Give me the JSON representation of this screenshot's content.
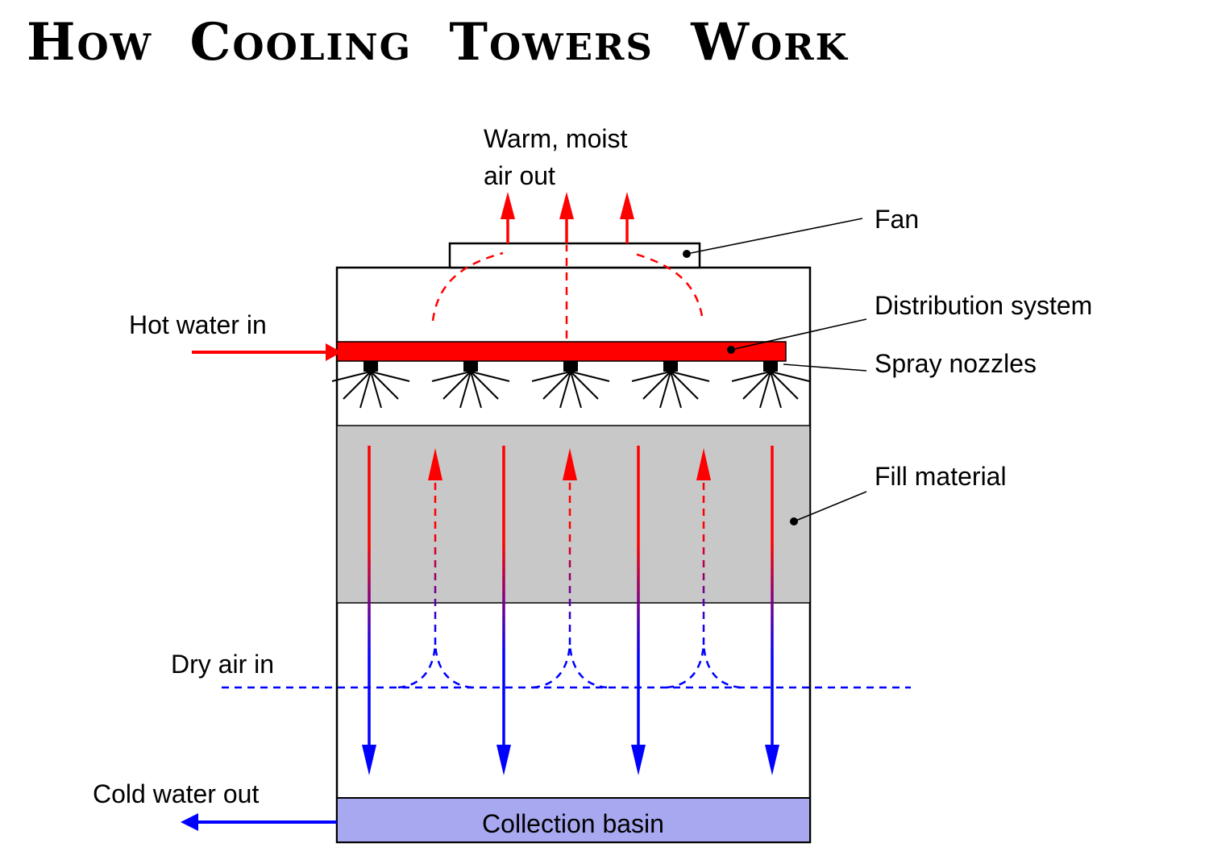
{
  "title": "How Cooling Towers Work",
  "labels": {
    "warm_air_line1": "Warm, moist",
    "warm_air_line2": "air out",
    "fan": "Fan",
    "hot_water_in": "Hot water in",
    "distribution_system": "Distribution system",
    "spray_nozzles": "Spray nozzles",
    "fill_material": "Fill material",
    "dry_air_in": "Dry air in",
    "cold_water_out": "Cold water out",
    "collection_basin": "Collection basin"
  },
  "colors": {
    "hot": "#ff0000",
    "cold": "#0000ff",
    "fill_material": "#c8c8c8",
    "basin": "#a8a8f0",
    "outline": "#000000"
  }
}
